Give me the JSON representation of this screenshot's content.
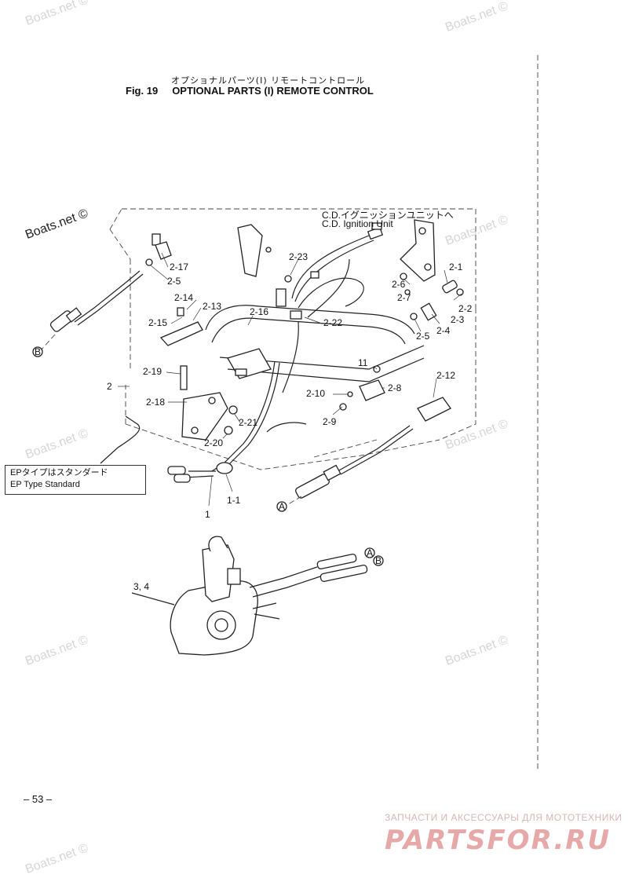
{
  "title": {
    "jp": "オプショナルパーツ(I) リモートコントロール",
    "fig": "Fig. 19",
    "en": "OPTIONAL PARTS (I) REMOTE CONTROL"
  },
  "watermark": "Boats.net ©",
  "ignition_note": {
    "jp": "C.D.イグニッションユニットへ",
    "en": "C.D. Ignition Unit"
  },
  "ep_note": {
    "jp": "EPタイプはスタンダード",
    "en": "EP Type Standard"
  },
  "callouts": {
    "c2_17": "2-17",
    "c2_5a": "2-5",
    "c2_23": "2-23",
    "c2_6": "2-6",
    "c2_7": "2-7",
    "c2_1": "2-1",
    "c2_2": "2-2",
    "c2_3": "2-3",
    "c2_4": "2-4",
    "c2_5b": "2-5",
    "c2_14": "2-14",
    "c2_13": "2-13",
    "c2_15": "2-15",
    "c2_16": "2-16",
    "c2_22": "2-22",
    "c2_19": "2-19",
    "c11": "11",
    "c2_12": "2-12",
    "c2_8": "2-8",
    "c2": "2",
    "c2_10": "2-10",
    "c2_18": "2-18",
    "c2_9": "2-9",
    "c2_21": "2-21",
    "c2_20": "2-20",
    "c1_1": "1-1",
    "c1": "1",
    "c3_4": "3, 4"
  },
  "connectors": {
    "a": "A",
    "b": "B"
  },
  "page_number": "– 53 –",
  "shop": {
    "line": "ЗАПЧАСТИ И АКСЕССУАРЫ ДЛЯ МОТОТЕХНИКИ",
    "logo": "PARTSFOR.RU"
  }
}
